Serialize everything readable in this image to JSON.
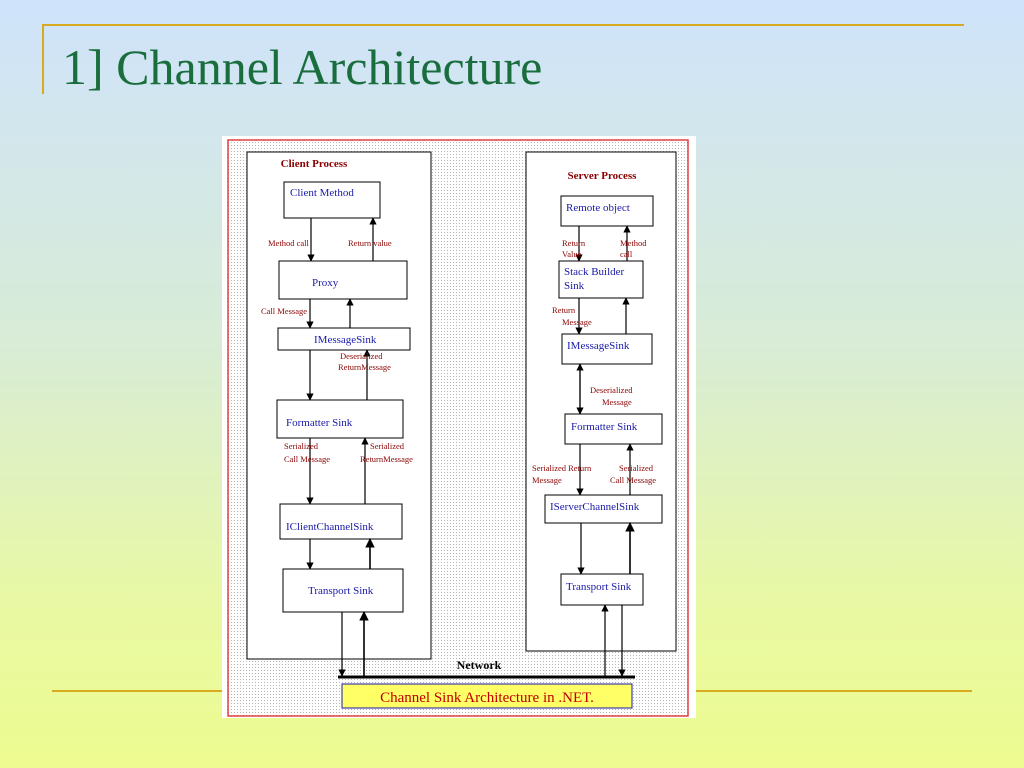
{
  "slide": {
    "title": "1] Channel Architecture"
  },
  "diagram": {
    "client": {
      "title": "Client Process",
      "boxes": {
        "client_method": "Client Method",
        "proxy": "Proxy",
        "imessagesink": "IMessageSink",
        "formatter": "Formatter Sink",
        "iclientchannel": "IClientChannelSink",
        "transport": "Transport Sink"
      },
      "labels": {
        "method_call": "Method call",
        "return_value": "Return value",
        "call_message": "Call Message",
        "deserialized_1": "Deserialized",
        "deserialized_2": "ReturnMessage",
        "ser_call_1": "Serialized",
        "ser_call_2": "Call Message",
        "ser_ret_1": "Serialized",
        "ser_ret_2": "ReturnMessage"
      }
    },
    "server": {
      "title": "Server Process",
      "boxes": {
        "remote_object": "Remote object",
        "stack_builder_1": "Stack Builder",
        "stack_builder_2": "Sink",
        "imessagesink": "IMessageSink",
        "formatter": "Formatter Sink",
        "iserverchannel": "IServerChannelSink",
        "transport": "Transport Sink"
      },
      "labels": {
        "return_value_1": "Return",
        "return_value_2": "Value",
        "method_call_1": "Method",
        "method_call_2": "call",
        "return_message_1": "Return",
        "return_message_2": "Message",
        "deserialized_1": "Deserialized",
        "deserialized_2": "Message",
        "ser_return_1": "Serialized  Return",
        "ser_return_2": "Message",
        "ser_call_1": "Serialized",
        "ser_call_2": "Call Message"
      }
    },
    "network": "Network",
    "caption": "Channel Sink Architecture in .NET."
  },
  "colors": {
    "title": "#1a6e3e",
    "accent_line": "#d9a91f",
    "box_text": "#1a1aa8",
    "label_text": "#8b0000",
    "frame_border": "#e04040"
  }
}
